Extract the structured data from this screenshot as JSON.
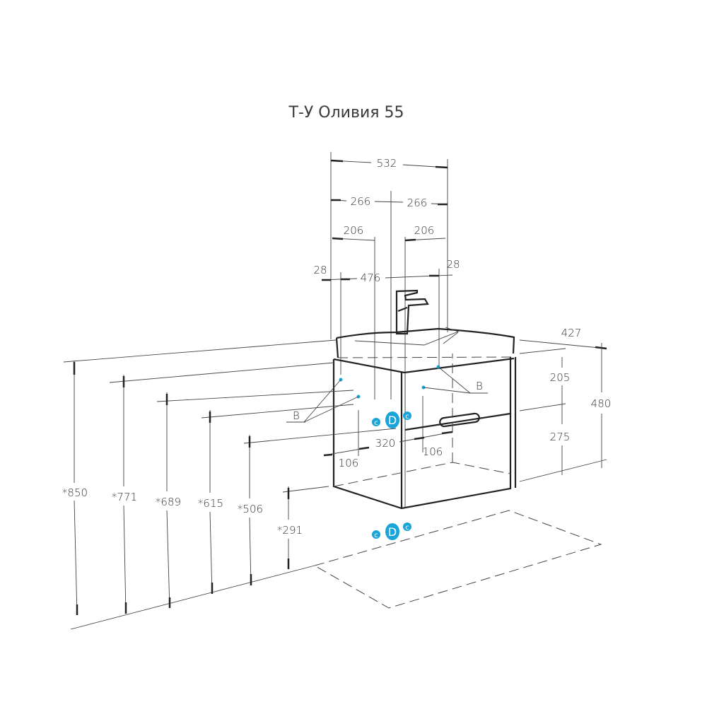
{
  "title": "Т-У Оливия 55",
  "dimensions": {
    "total_width": "532",
    "half_left": "266",
    "half_right": "266",
    "offset_left": "206",
    "offset_right": "206",
    "edge_left": "28",
    "inner_width": "476",
    "edge_right": "28",
    "depth": "427",
    "height": "480",
    "top_drawer": "205",
    "bottom_drawer": "275",
    "drain_spacing": "320",
    "side_left": "106",
    "side_right": "106"
  },
  "heights": [
    "*850",
    "*771",
    "*689",
    "*615",
    "*506",
    "*291"
  ],
  "markers": {
    "b_left": "B",
    "b_right": "B",
    "c": "c",
    "d": "D"
  },
  "colors": {
    "accent": "#19a5da"
  }
}
